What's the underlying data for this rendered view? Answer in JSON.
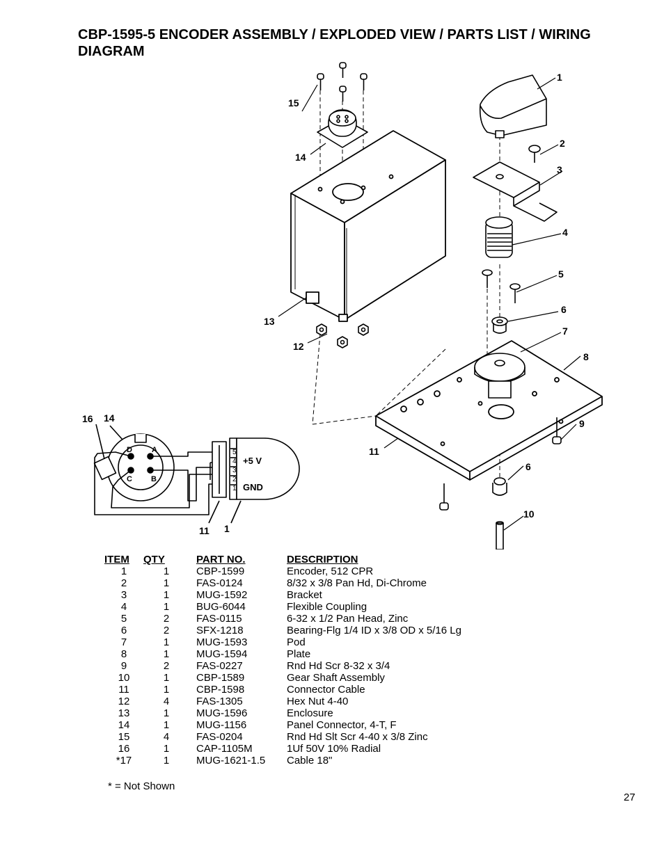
{
  "title": "CBP-1595-5 ENCODER ASSEMBLY / EXPLODED VIEW / PARTS LIST / WIRING DIAGRAM",
  "callouts": [
    "1",
    "2",
    "3",
    "4",
    "5",
    "6",
    "7",
    "8",
    "9",
    "10",
    "11",
    "12",
    "13",
    "14",
    "15",
    "16",
    "6",
    "11",
    "1",
    "14"
  ],
  "wiring": {
    "pins": [
      "D",
      "A",
      "C",
      "B"
    ],
    "encoder_pins": [
      "5",
      "4",
      "3",
      "2",
      "1"
    ],
    "plus5v": "+5 V",
    "gnd": "GND"
  },
  "parts_table": {
    "headers": [
      "ITEM",
      "QTY",
      "PART NO.",
      "DESCRIPTION"
    ],
    "rows": [
      [
        "1",
        "1",
        "CBP-1599",
        "Encoder, 512 CPR"
      ],
      [
        "2",
        "1",
        "FAS-0124",
        "8/32 x 3/8 Pan Hd, Di-Chrome"
      ],
      [
        "3",
        "1",
        "MUG-1592",
        "Bracket"
      ],
      [
        "4",
        "1",
        "BUG-6044",
        "Flexible Coupling"
      ],
      [
        "5",
        "2",
        "FAS-0115",
        "6-32 x 1/2 Pan Head, Zinc"
      ],
      [
        "6",
        "2",
        "SFX-1218",
        "Bearing-Flg 1/4 ID x 3/8 OD x 5/16 Lg"
      ],
      [
        "7",
        "1",
        "MUG-1593",
        "Pod"
      ],
      [
        "8",
        "1",
        "MUG-1594",
        "Plate"
      ],
      [
        "9",
        "2",
        "FAS-0227",
        "Rnd Hd Scr 8-32 x 3/4"
      ],
      [
        "10",
        "1",
        "CBP-1589",
        "Gear Shaft Assembly"
      ],
      [
        "11",
        "1",
        "CBP-1598",
        "Connector Cable"
      ],
      [
        "12",
        "4",
        "FAS-1305",
        "Hex Nut 4-40"
      ],
      [
        "13",
        "1",
        "MUG-1596",
        "Enclosure"
      ],
      [
        "14",
        "1",
        "MUG-1156",
        "Panel Connector, 4-T, F"
      ],
      [
        "15",
        "4",
        "FAS-0204",
        "Rnd Hd Slt Scr 4-40 x 3/8 Zinc"
      ],
      [
        "16",
        "1",
        "CAP-1105M",
        "1Uf 50V 10% Radial"
      ],
      [
        "*17",
        "1",
        "MUG-1621-1.5",
        "Cable 18\""
      ]
    ]
  },
  "footnote": "* = Not Shown",
  "page_number": "27"
}
